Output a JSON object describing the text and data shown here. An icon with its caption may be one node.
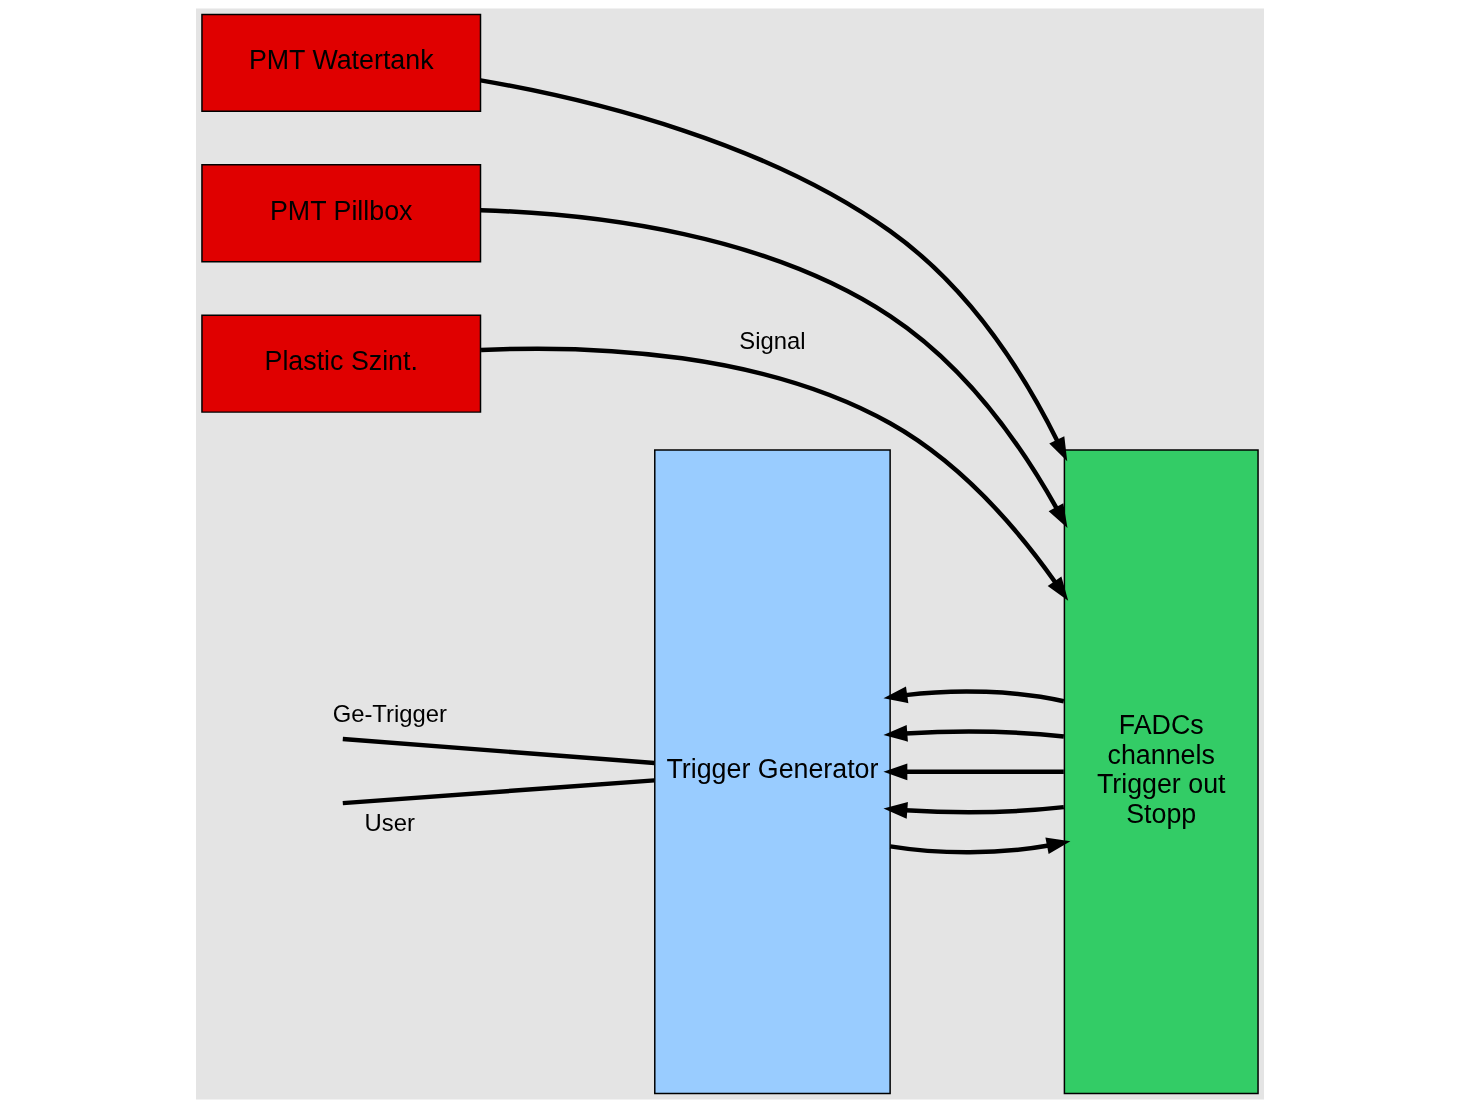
{
  "diagram": {
    "nodes": [
      {
        "text": [
          "PMT Watertank"
        ]
      },
      {
        "text": [
          "PMT Pillbox"
        ]
      },
      {
        "text": [
          "Plastic Szint."
        ]
      },
      {
        "text": [
          "Trigger Generator"
        ]
      },
      {
        "text": [
          "FADCs",
          "channels",
          "Trigger out",
          "Stopp"
        ]
      }
    ],
    "edges": [
      {
        "from": 0,
        "to": 4,
        "arrow": "to"
      },
      {
        "from": 1,
        "to": 4,
        "arrow": "to"
      },
      {
        "from": 2,
        "to": 4,
        "arrow": "to",
        "label": "Signal"
      },
      {
        "from": 3,
        "to": 4,
        "arrow": "to"
      },
      {
        "from": 4,
        "to": 3,
        "arrow": "to"
      },
      {
        "from": 4,
        "to": 3,
        "arrow": "to"
      },
      {
        "from": 4,
        "to": 3,
        "arrow": "to"
      },
      {
        "from": 4,
        "to": 3,
        "arrow": "to"
      },
      {
        "from": null,
        "to": 3,
        "arrow": "none",
        "label": "Ge-Trigger"
      },
      {
        "from": null,
        "to": 3,
        "arrow": "none",
        "label": "User"
      }
    ]
  }
}
